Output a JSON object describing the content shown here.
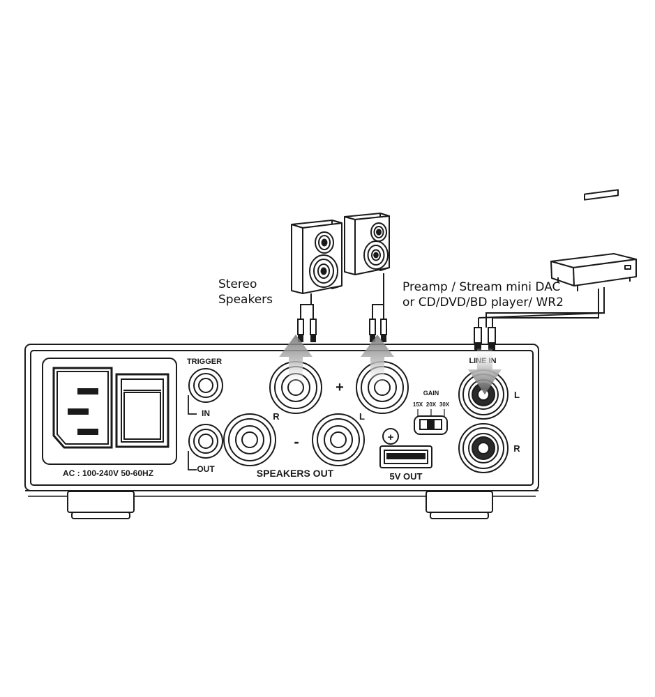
{
  "callouts": {
    "speakers_line1": "Stereo",
    "speakers_line2": "Speakers",
    "source_line1": "Preamp / Stream mini DAC",
    "source_line2": "or CD/DVD/BD player/ WR2"
  },
  "panel": {
    "ac_label": "AC : 100-240V 50-60HZ",
    "trigger_label": "TRIGGER",
    "trigger_in": "IN",
    "trigger_out": "OUT",
    "plus_sign": "+",
    "minus_sign": "-",
    "speaker_r": "R",
    "speaker_l": "L",
    "speakers_out": "SPEAKERS OUT",
    "gain_label": "GAIN",
    "gain_options": [
      "15X",
      "20X",
      "30X"
    ],
    "usb_label": "5V OUT",
    "usb_plus": "+",
    "line_in_label": "LINE IN",
    "line_in_l": "L",
    "line_in_r": "R"
  },
  "colors": {
    "stroke": "#1a1a1a",
    "arrow_gray": "#8a8a8a",
    "background": "#ffffff"
  },
  "icons": [
    "speaker-icon",
    "source-device-icon",
    "arrow-down-icon"
  ]
}
